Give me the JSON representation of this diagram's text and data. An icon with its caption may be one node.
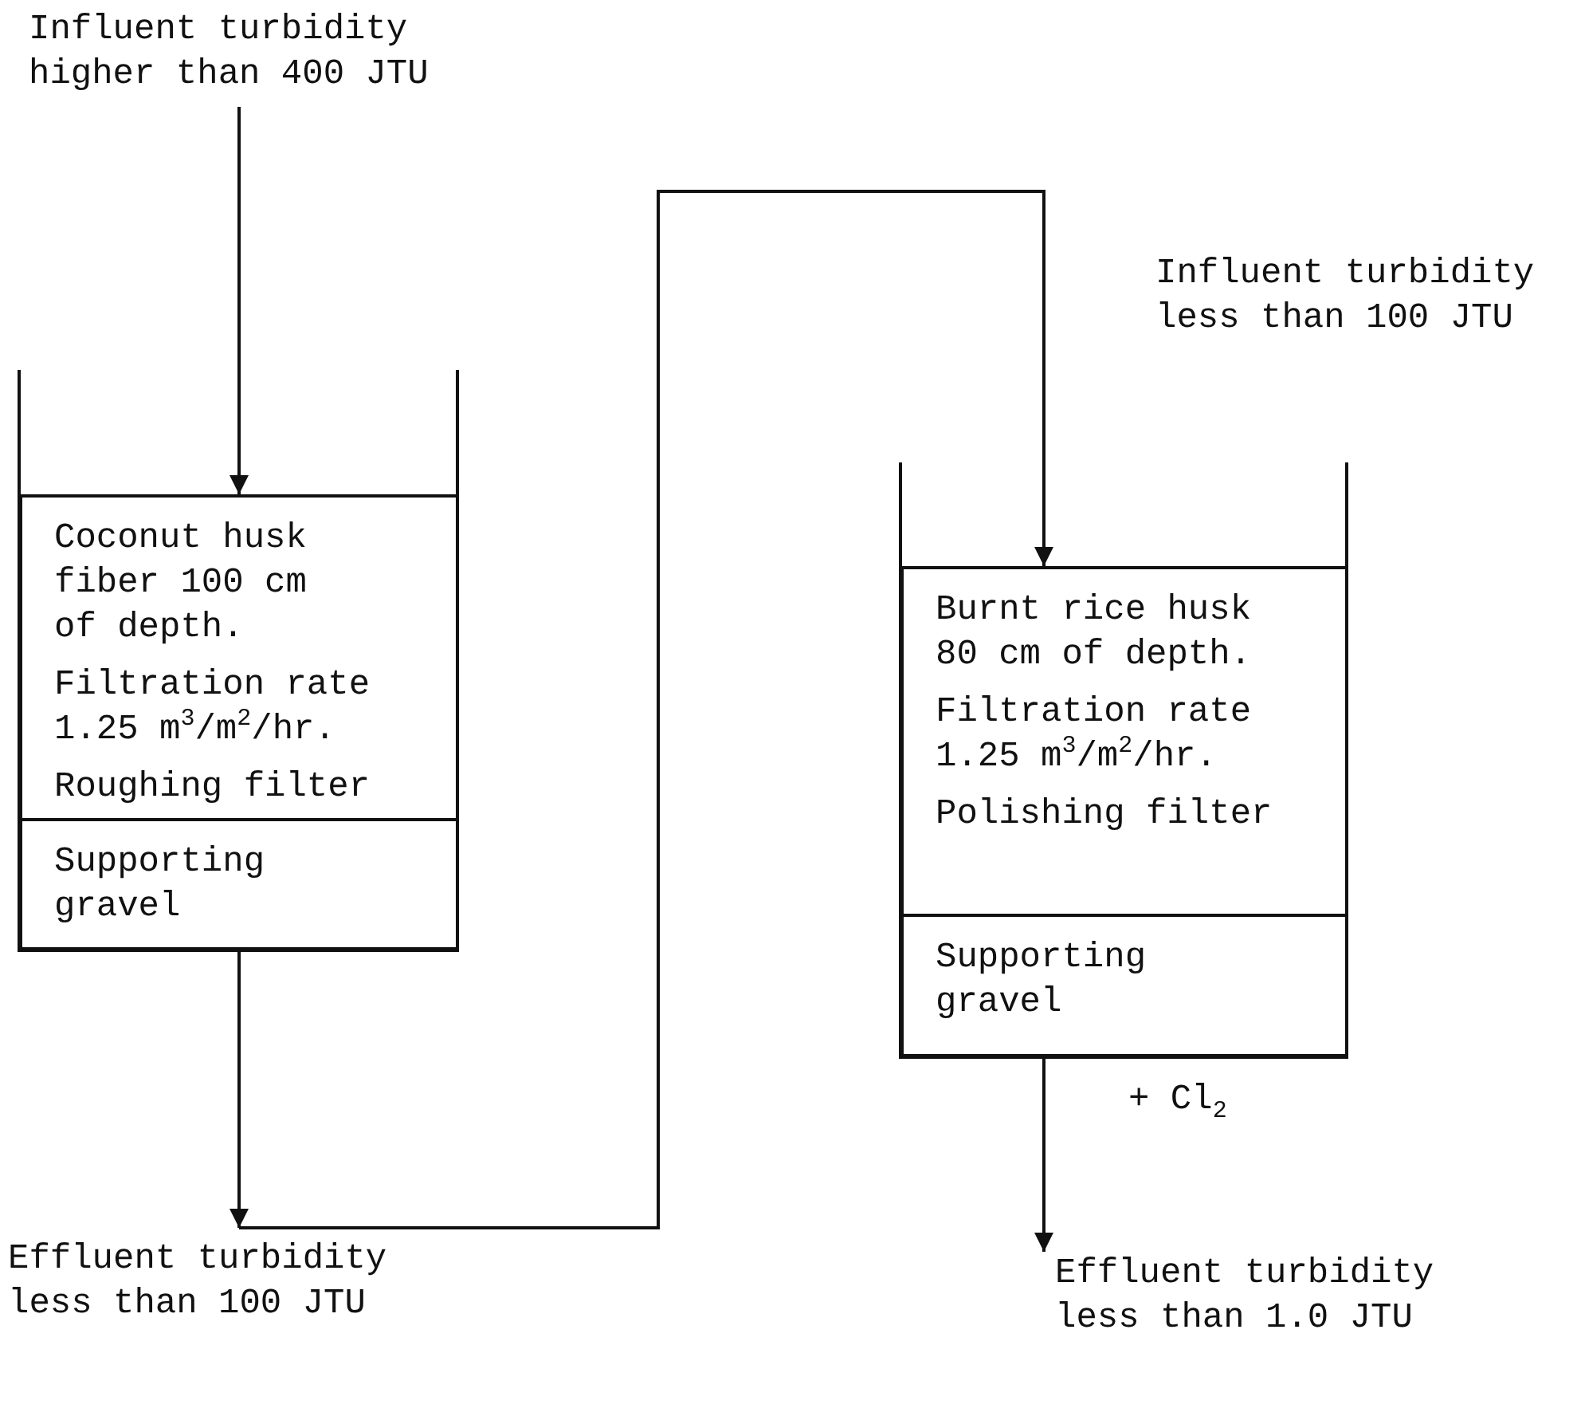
{
  "diagram": {
    "nodes": [
      {
        "text": [
          "Influent turbidity higher than 400 JTU"
        ]
      },
      {
        "text": [
          "Coconut husk fiber 100 cm of depth.",
          "Filtration rate 1.25 m$^{3}$/m$^{2}$/hr.",
          "Roughing filter"
        ]
      },
      {
        "text": [
          "Supporting gravel"
        ]
      },
      {
        "text": [
          "Effluent turbidity less than 100 JTU"
        ]
      },
      {
        "text": [
          "Influent turbidity less than 100 JTU"
        ]
      },
      {
        "text": [
          "Burnt rice husk 80 cm of depth.",
          "Filtration rate 1.25 m$^{3}$/m$^{2}$/hr.",
          "Polishing filter"
        ]
      },
      {
        "text": [
          "Supporting gravel"
        ],
        "beside": [
          "+ Cl$_{2}$"
        ]
      },
      {
        "text": [
          "Effluent turbidity less than 1.0 JTU"
        ]
      }
    ],
    "edges": [
      {
        "from": 0,
        "to": 1,
        "arrow": "to"
      },
      {
        "from": 2,
        "to": 3,
        "arrow": "to"
      },
      {
        "from": 3,
        "to": 5,
        "arrow": "to"
      },
      {
        "from": 6,
        "to": 7,
        "arrow": "to"
      }
    ]
  }
}
